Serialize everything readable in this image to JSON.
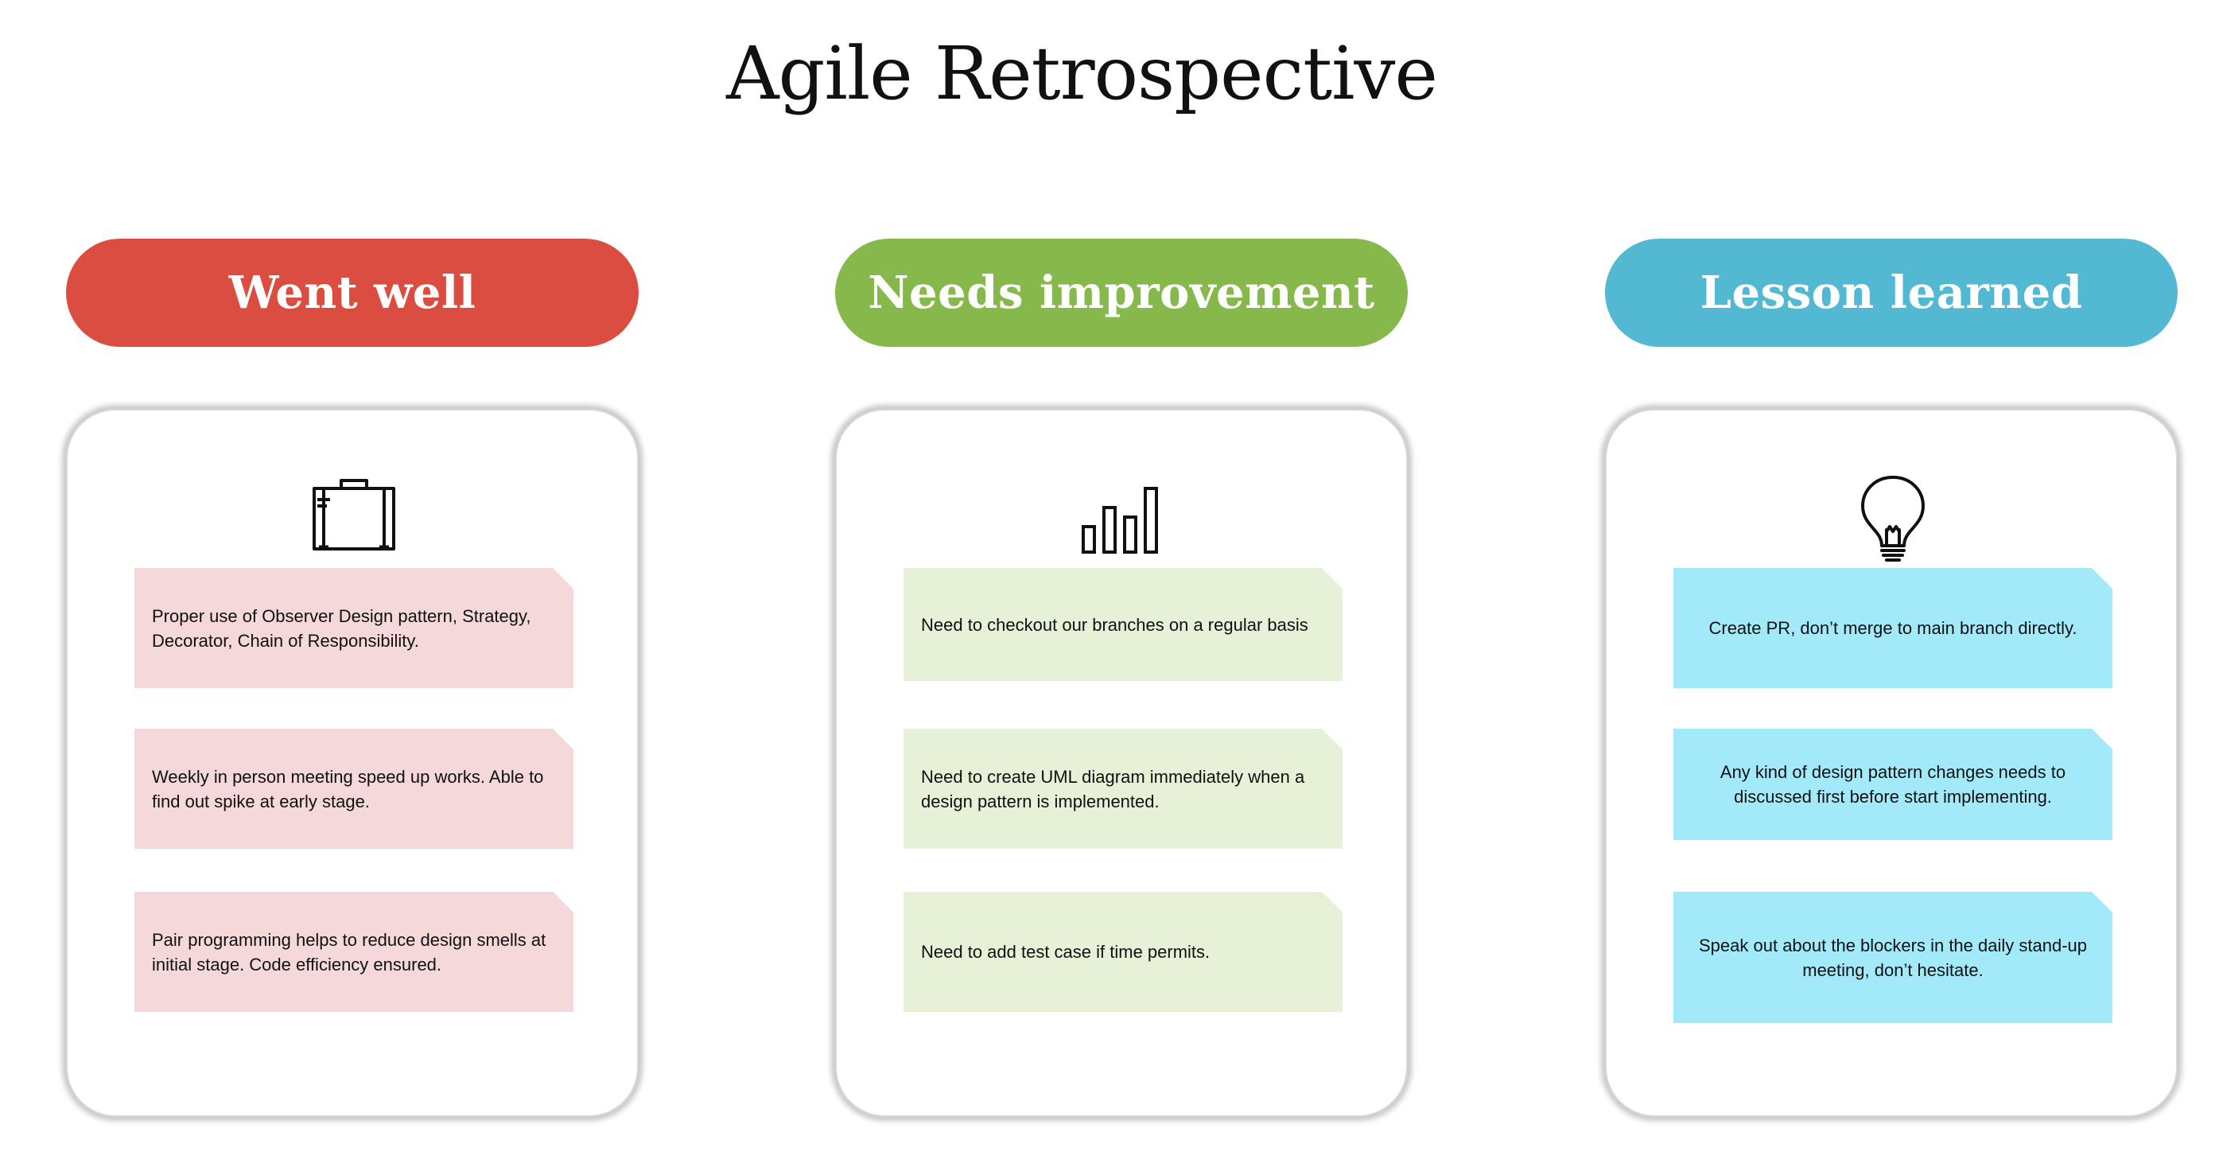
{
  "title": "Agile Retrospective",
  "colors": {
    "went_well": "#dc4d41",
    "needs_improvement": "#86b84b",
    "lesson_learned": "#53b9d3",
    "note_pink": "#f5d8d9",
    "note_green": "#e6f1d7",
    "note_blue": "#a2eafa"
  },
  "columns": [
    {
      "heading": "Went well",
      "icon": "briefcase-icon",
      "notes": [
        "Proper use of Observer Design pattern, Strategy, Decorator, Chain of Responsibility.",
        "Weekly in person meeting speed up works. Able to find out spike at early stage.",
        "Pair programming helps to reduce design smells at initial stage. Code efficiency ensured."
      ]
    },
    {
      "heading": "Needs improvement",
      "icon": "bar-chart-icon",
      "notes": [
        "Need to checkout our branches on a regular basis",
        "Need to create UML diagram immediately when a design pattern is implemented.",
        "Need to add test case if time permits."
      ]
    },
    {
      "heading": "Lesson learned",
      "icon": "lightbulb-icon",
      "notes": [
        "Create PR, don’t merge to main branch directly.",
        "Any kind of design pattern changes needs to discussed first before start implementing.",
        "Speak out about the blockers in the daily stand-up meeting, don’t hesitate."
      ]
    }
  ]
}
